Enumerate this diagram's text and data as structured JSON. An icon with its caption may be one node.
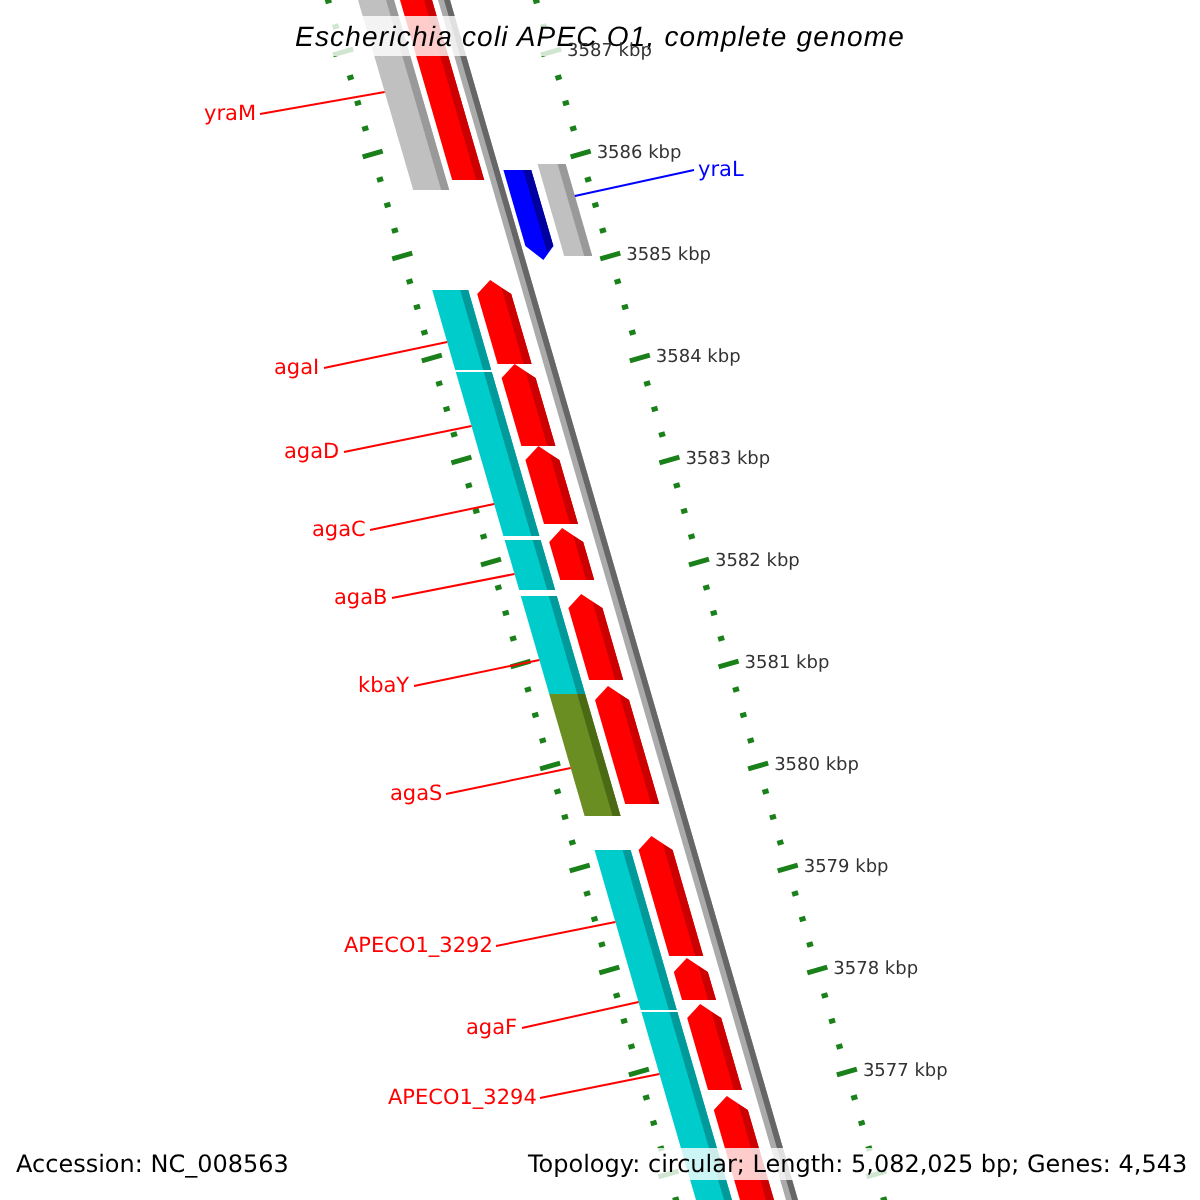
{
  "diagram": {
    "title": "Escherichia coli APEC O1, complete genome",
    "nodes": [
      {
        "text": [
          "yraM"
        ]
      },
      {
        "text": [
          "yraL"
        ]
      },
      {
        "text": [
          "agaI"
        ]
      },
      {
        "text": [
          "agaD"
        ]
      },
      {
        "text": [
          "agaC"
        ]
      },
      {
        "text": [
          "agaB"
        ]
      },
      {
        "text": [
          "kbaY"
        ]
      },
      {
        "text": [
          "agaS"
        ]
      },
      {
        "text": [
          "APECO1_3292"
        ]
      },
      {
        "text": [
          "agaF"
        ]
      },
      {
        "text": [
          "APECO1_3294"
        ]
      },
      {
        "text": [],
        "shape": "bar"
      },
      {
        "text": [],
        "shape": "bar"
      },
      {
        "text": [],
        "shape": "bar"
      },
      {
        "text": [],
        "shape": "bar"
      },
      {
        "text": [],
        "shape": "bar"
      },
      {
        "text": [],
        "shape": "bar"
      },
      {
        "text": [],
        "shape": "bar"
      },
      {
        "text": [],
        "shape": "bar"
      },
      {
        "text": [],
        "shape": "bar"
      }
    ],
    "edges": [
      {
        "from": 0,
        "to": 11,
        "arrow": "none"
      },
      {
        "from": 1,
        "to": 12,
        "arrow": "none",
        "color": "#0000ff"
      },
      {
        "from": 2,
        "to": 13,
        "arrow": "none"
      },
      {
        "from": 3,
        "to": 14,
        "arrow": "none"
      },
      {
        "from": 4,
        "to": 14,
        "arrow": "none"
      },
      {
        "from": 5,
        "to": 15,
        "arrow": "none"
      },
      {
        "from": 6,
        "to": 16,
        "arrow": "none"
      },
      {
        "from": 7,
        "to": 17,
        "arrow": "none"
      },
      {
        "from": 8,
        "to": 18,
        "arrow": "none"
      },
      {
        "from": 9,
        "to": 18,
        "arrow": "none"
      },
      {
        "from": 10,
        "to": 19,
        "arrow": "none"
      }
    ],
    "labels": [
      "3587 kbp",
      "3586 kbp",
      "3585 kbp",
      "3584 kbp",
      "3583 kbp",
      "3582 kbp",
      "3581 kbp",
      "3580 kbp",
      "3579 kbp",
      "3578 kbp",
      "3577 kbp",
      "Accession: NC_008563",
      "Topology: circular; Length: 5,082,025 bp; Genes: 4,543"
    ]
  }
}
